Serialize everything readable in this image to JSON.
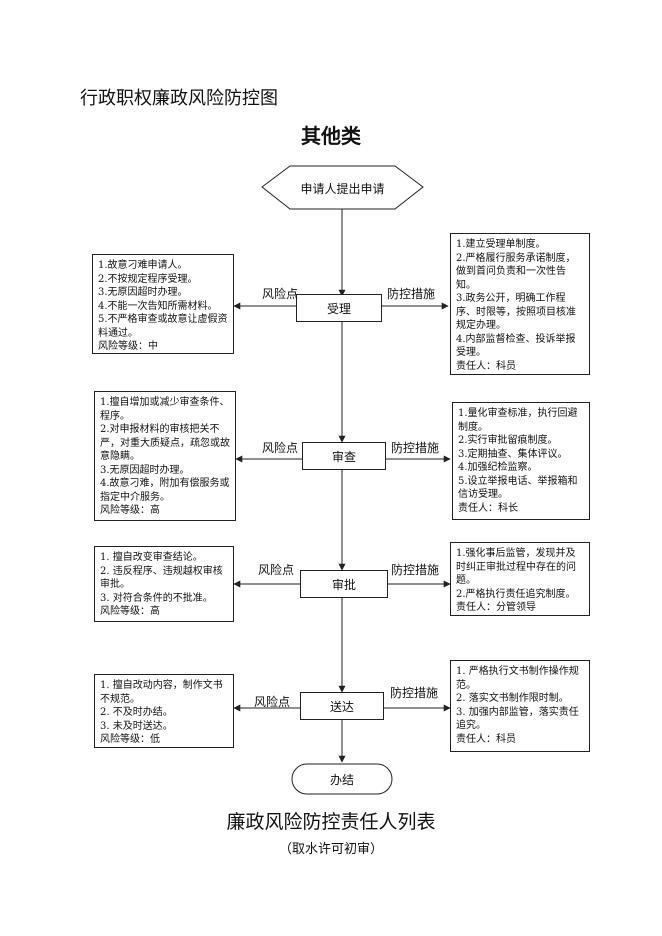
{
  "doc_title": "行政职权廉政风险防控图",
  "category_title": "其他类",
  "start_node": "申请人提出申请",
  "end_node": "办结",
  "risk_label": "风险点",
  "measure_label": "防控措施",
  "steps": [
    {
      "name": "受理",
      "risks": [
        "1.故意刁难申请人。",
        "2.不按规定程序受理。",
        "3.无原因超时办理。",
        "4.不能一次告知所需材料。",
        "5.不严格审查或故意让虚假资料通过。",
        "风险等级：中"
      ],
      "measures": [
        "1.建立受理单制度。",
        "2.严格履行服务承诺制度，做到首问负责和一次性告知。",
        "3.政务公开，明确工作程序、时限等，按照项目核准规定办理。",
        "4.内部监督检查、投诉举报受理。",
        "责任人：科员"
      ]
    },
    {
      "name": "审查",
      "risks": [
        "1.擅自增加或减少审查条件、程序。",
        "2.对申报材料的审核把关不严，对重大质疑点，疏忽或故意隐瞒。",
        "3.无原因超时办理。",
        "4.故意刁难，附加有偿服务或指定中介服务。",
        "风险等级：高"
      ],
      "measures": [
        "1.量化审查标准，执行回避制度。",
        "2.实行审批留痕制度。",
        "3.定期抽查、集体评议。",
        "4.加强纪检监察。",
        "5.设立举报电话、举报箱和信访受理。",
        "责任人：科长"
      ]
    },
    {
      "name": "审批",
      "risks": [
        "1. 擅自改变审查结论。",
        "2. 违反程序、违规越权审核审批。",
        "3. 对符合条件的不批准。",
        "风险等级：高"
      ],
      "measures": [
        "1.强化事后监管，发现并及时纠正审批过程中存在的问题。",
        "2.严格执行责任追究制度。",
        "责任人：分管领导"
      ]
    },
    {
      "name": "送达",
      "risks": [
        "1. 擅自改动内容，制作文书不规范。",
        "2. 不及时办结。",
        "3. 未及时送达。",
        "风险等级：低"
      ],
      "measures": [
        "1. 严格执行文书制作操作规范。",
        "2. 落实文书制作限时制。",
        "3. 加强内部监管，落实责任追究。",
        "责任人：科员"
      ]
    }
  ],
  "footer_title": "廉政风险防控责任人列表",
  "footer_subtitle": "（取水许可初审）"
}
